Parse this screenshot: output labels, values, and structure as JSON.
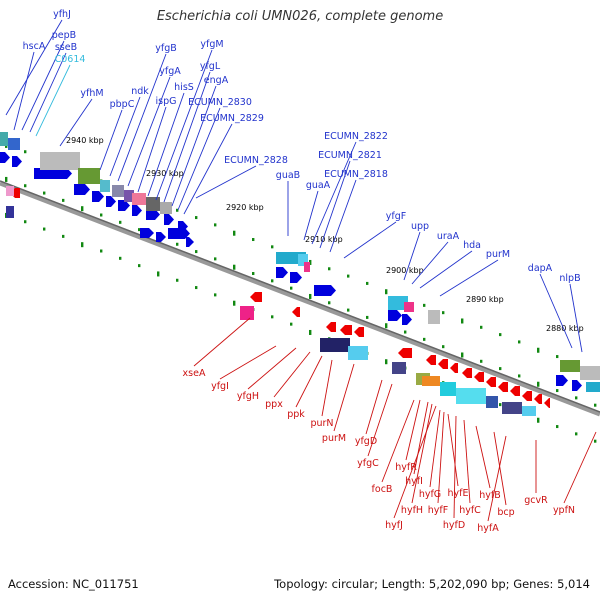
{
  "title": "Escherichia coli UMN026, complete genome",
  "footer": {
    "accession": "Accession: NC_011751",
    "summary": "Topology: circular; Length: 5,202,090 bp; Genes: 5,014"
  },
  "colors": {
    "forward_gene": "#0000dd",
    "reverse_gene": "#ee0000",
    "forward_label": "#2233cc",
    "reverse_label": "#cc1111",
    "other_label": "#33bbdd",
    "tick": "#118811",
    "backbone": "#777777"
  },
  "ruler_labels": [
    "2940 kbp",
    "2930 kbp",
    "2920 kbp",
    "2910 kbp",
    "2900 kbp",
    "2890 kbp",
    "2880 kbp"
  ],
  "forward_labels": [
    "yfhJ",
    "hscA",
    "pepB",
    "sseB",
    "C0614",
    "yfhM",
    "pbpC",
    "ndk",
    "yfgB",
    "yfgA",
    "ispG",
    "hisS",
    "yfgM",
    "yfgL",
    "engA",
    "ECUMN_2830",
    "ECUMN_2829",
    "ECUMN_2828",
    "guaB",
    "guaA",
    "ECUMN_2822",
    "ECUMN_2821",
    "ECUMN_2818",
    "yfgF",
    "upp",
    "uraA",
    "hda",
    "purM",
    "dapA",
    "nlpB"
  ],
  "reverse_labels": [
    "xseA",
    "yfgI",
    "yfgH",
    "ppx",
    "ppk",
    "purN",
    "purM",
    "yfgD",
    "yfgC",
    "focB",
    "hyfR",
    "hyfI",
    "hyfH",
    "hyfJ",
    "hyfG",
    "hyfF",
    "hyfE",
    "hyfD",
    "hyfC",
    "hyfB",
    "bcp",
    "hyfA",
    "gcvR",
    "ypfN"
  ]
}
